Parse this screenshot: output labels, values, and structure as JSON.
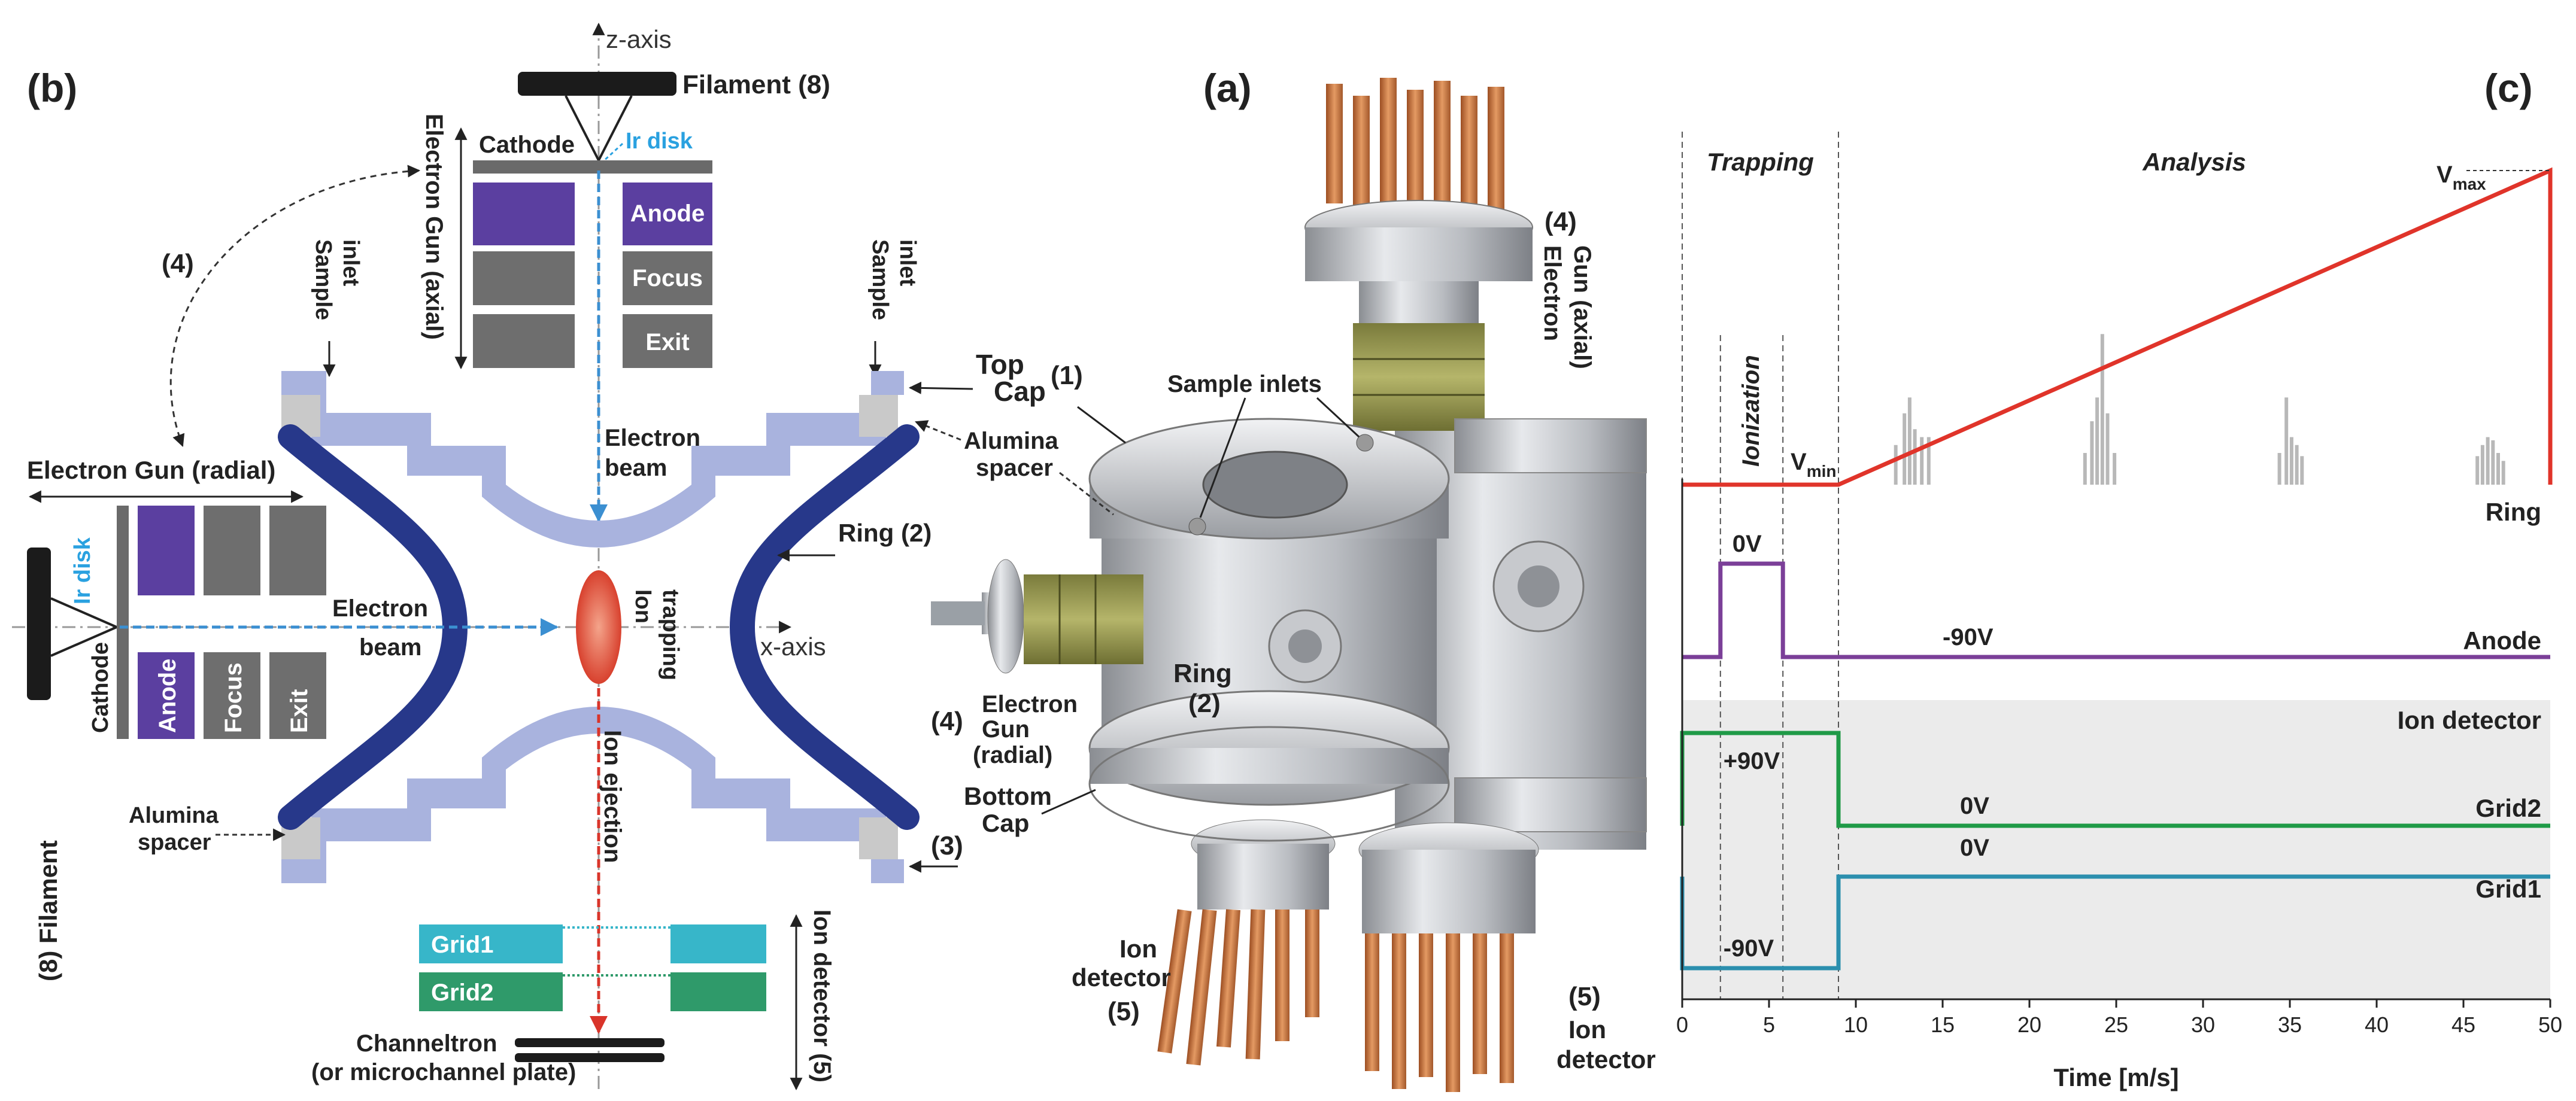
{
  "panels": {
    "a_label": "(a)",
    "b_label": "(b)",
    "c_label": "(c)"
  },
  "panel_b": {
    "z_axis": "z-axis",
    "x_axis": "x-axis",
    "filament_top": "Filament (8)",
    "ir_disk_top": "Ir disk",
    "cathode_top": "Cathode",
    "anode_top": "Anode",
    "focus_top": "Focus",
    "exit_top": "Exit",
    "electron_gun_axial": "Electron Gun (axial)",
    "sample_inlet_left": "Sample inlet",
    "sample_inlet_right": "Sample inlet",
    "callout_4": "(4)",
    "electron_beam_top": "Electron beam",
    "electron_gun_radial": "Electron Gun (radial)",
    "ir_disk_left": "Ir disk",
    "filament_left": "(8) Filament",
    "cathode_left": "Cathode",
    "anode_left": "Anode",
    "focus_left": "Focus",
    "exit_left": "Exit",
    "electron_beam_left": "Electron beam",
    "ion_trapping": "Ion trapping",
    "ring_2": "Ring (2)",
    "ion_ejection": "Ion ejection",
    "alumina_spacer": "Alumina spacer",
    "grid1": "Grid1",
    "grid2": "Grid2",
    "channeltron_1": "Channeltron",
    "channeltron_2": "(or microchannel plate)",
    "ion_detector_5": "Ion detector (5)"
  },
  "panel_a": {
    "top_cap_1": "Top",
    "top_cap_2": "Cap",
    "top_cap_num": "(1)",
    "alumina_spacer_1": "Alumina",
    "alumina_spacer_2": "spacer",
    "sample_inlets": "Sample inlets",
    "gun_axial_num": "(4)",
    "gun_axial_1": "Electron",
    "gun_axial_2": "Gun (axial)",
    "ring_1": "Ring",
    "ring_2": "(2)",
    "gun_radial_num": "(4)",
    "gun_radial_1": "Electron",
    "gun_radial_2": "Gun",
    "gun_radial_3": "(radial)",
    "bottom_cap_1": "Bottom",
    "bottom_cap_2": "Cap",
    "bottom_cap_num": "(3)",
    "ion_det_left_1": "Ion",
    "ion_det_left_2": "detector",
    "ion_det_left_num": "(5)",
    "ion_det_right_num": "(5)",
    "ion_det_right_1": "Ion",
    "ion_det_right_2": "detector"
  },
  "chart_data": {
    "type": "line",
    "xlabel": "Time [m/s]",
    "xlim": [
      0,
      50
    ],
    "x_ticks": [
      "0",
      "5",
      "10",
      "15",
      "20",
      "25",
      "30",
      "35",
      "40",
      "45",
      "50"
    ],
    "phases": {
      "trapping": "Trapping",
      "ionization": "Ionization",
      "analysis": "Analysis"
    },
    "phase_boundaries": [
      0,
      2.2,
      5.8,
      9,
      50
    ],
    "series": [
      {
        "name": "Ring",
        "color": "#e0342a",
        "x": [
          0,
          9,
          50,
          50
        ],
        "y": [
          0,
          0,
          1,
          0
        ],
        "labels": {
          "vmin": "V",
          "vmin_sub": "min",
          "vmax": "V",
          "vmax_sub": "max"
        }
      },
      {
        "name": "Anode",
        "color": "#7b3f98",
        "x": [
          0,
          2.2,
          2.2,
          5.8,
          5.8,
          50
        ],
        "y": [
          -90,
          -90,
          0,
          0,
          -90,
          -90
        ],
        "labels": {
          "high": "0V",
          "low": "-90V"
        }
      },
      {
        "name": "Grid2",
        "color": "#1f9a47",
        "x": [
          0,
          0,
          9,
          9,
          50
        ],
        "y": [
          0,
          90,
          90,
          0,
          0
        ],
        "labels": {
          "high": "+90V",
          "low": "0V"
        }
      },
      {
        "name": "Grid1",
        "color": "#2b8fae",
        "x": [
          0,
          0,
          9,
          9,
          50
        ],
        "y": [
          0,
          -90,
          -90,
          0,
          0
        ],
        "labels": {
          "high": "0V",
          "low": "-90V"
        }
      }
    ],
    "detector_label": "Ion detector",
    "spectrum_peak_groups": [
      {
        "center": 13.2,
        "peaks": [
          [
            12.3,
            0.25
          ],
          [
            12.8,
            0.45
          ],
          [
            13.1,
            0.55
          ],
          [
            13.4,
            0.35
          ],
          [
            13.8,
            0.3
          ],
          [
            14.2,
            0.3
          ]
        ]
      },
      {
        "center": 24.0,
        "peaks": [
          [
            23.2,
            0.2
          ],
          [
            23.6,
            0.4
          ],
          [
            23.9,
            0.55
          ],
          [
            24.2,
            0.95
          ],
          [
            24.5,
            0.45
          ],
          [
            24.9,
            0.2
          ]
        ]
      },
      {
        "center": 35.0,
        "peaks": [
          [
            34.4,
            0.2
          ],
          [
            34.8,
            0.55
          ],
          [
            35.1,
            0.3
          ],
          [
            35.4,
            0.25
          ],
          [
            35.7,
            0.18
          ]
        ]
      },
      {
        "center": 46.5,
        "peaks": [
          [
            45.8,
            0.18
          ],
          [
            46.1,
            0.25
          ],
          [
            46.4,
            0.3
          ],
          [
            46.7,
            0.28
          ],
          [
            47.0,
            0.2
          ],
          [
            47.3,
            0.15
          ]
        ]
      }
    ]
  }
}
